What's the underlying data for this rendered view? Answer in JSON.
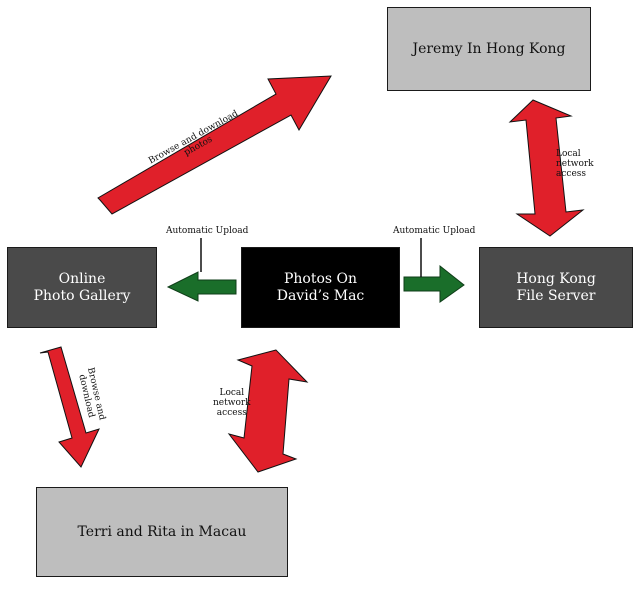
{
  "boxes": {
    "jeremy": "Jeremy In Hong Kong",
    "gallery": "Online\nPhoto Gallery",
    "mac": "Photos On\nDavid’s Mac",
    "server": "Hong Kong\nFile Server",
    "macau": "Terri and Rita in Macau"
  },
  "labels": {
    "upload_left": "Automatic Upload",
    "upload_right": "Automatic Upload",
    "browse_top": "Browse and download photos",
    "browse_left": "Browse and download",
    "local_right": "Local\nnetwork\naccess",
    "local_mid": "Local\nnetwork\naccess"
  },
  "colors": {
    "arrow_red": "#e0202a",
    "arrow_green": "#1a6e2a",
    "box_light": "#bebebe",
    "box_dark": "#4a4a4a",
    "box_black": "#000000"
  }
}
